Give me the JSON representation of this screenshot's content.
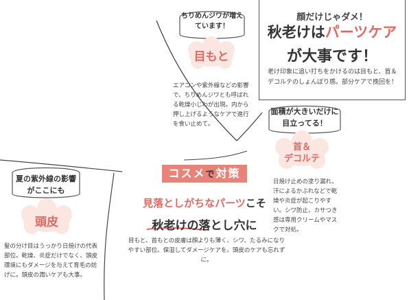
{
  "main_heading": {
    "line1": "顔だけじゃダメ！",
    "line2_a": "秋老け",
    "line2_b": "は",
    "line2_c": "パーツケア",
    "line3": "が大事です！",
    "body": "老け印象に追い打ちをかけるのは目もと、首＆デコルテのしょんぼり感。部分ケアで挽回を！"
  },
  "eyes": {
    "bubble": "ちりめんジワが増えています！",
    "label": "目もと",
    "body": "エアコンや紫外線などの影響で、ちりめんジワとも呼ばれる乾燥小じわが出現。内から押し上げるようなケアで進行を食い止めて。"
  },
  "neck": {
    "bubble": "面積が大きいだけに目立ってる！",
    "label_line1": "首＆",
    "label_line2": "デコルテ",
    "body": "日焼け止めの塗り漏れ、汗によるかぶれなどで乾燥や炎症が起こりやすい。シワ防止、カサつき感は専用クリームやマスクで対処。"
  },
  "scalp": {
    "bubble": "夏の紫外線の影響がここにも",
    "label": "頭皮",
    "body": "髪の分け目はうっかり日焼けの代表部位。乾燥、炎症だけでなく、頭皮環境にもダメージを与えて育毛の妨げに。頭皮の潤いケアも大事。"
  },
  "center": {
    "banner_a": "コスメ",
    "banner_b": "で",
    "banner_c": "対策",
    "sub1_a": "見落としがちな",
    "sub1_b": "パーツ",
    "sub1_c": "こそ",
    "sub2_a": "秋老け",
    "sub2_b": "の落とし穴に",
    "body": "目もと、首もとの皮膚は顔よりも薄く、シワ、たるみになりやすい部位。保湿してダメージケアを。頭皮のケアも忘れずに。"
  },
  "colors": {
    "accent": "#e06a63",
    "banner": "#e8837a",
    "cloud": "#fbe6e2",
    "text": "#333333"
  }
}
